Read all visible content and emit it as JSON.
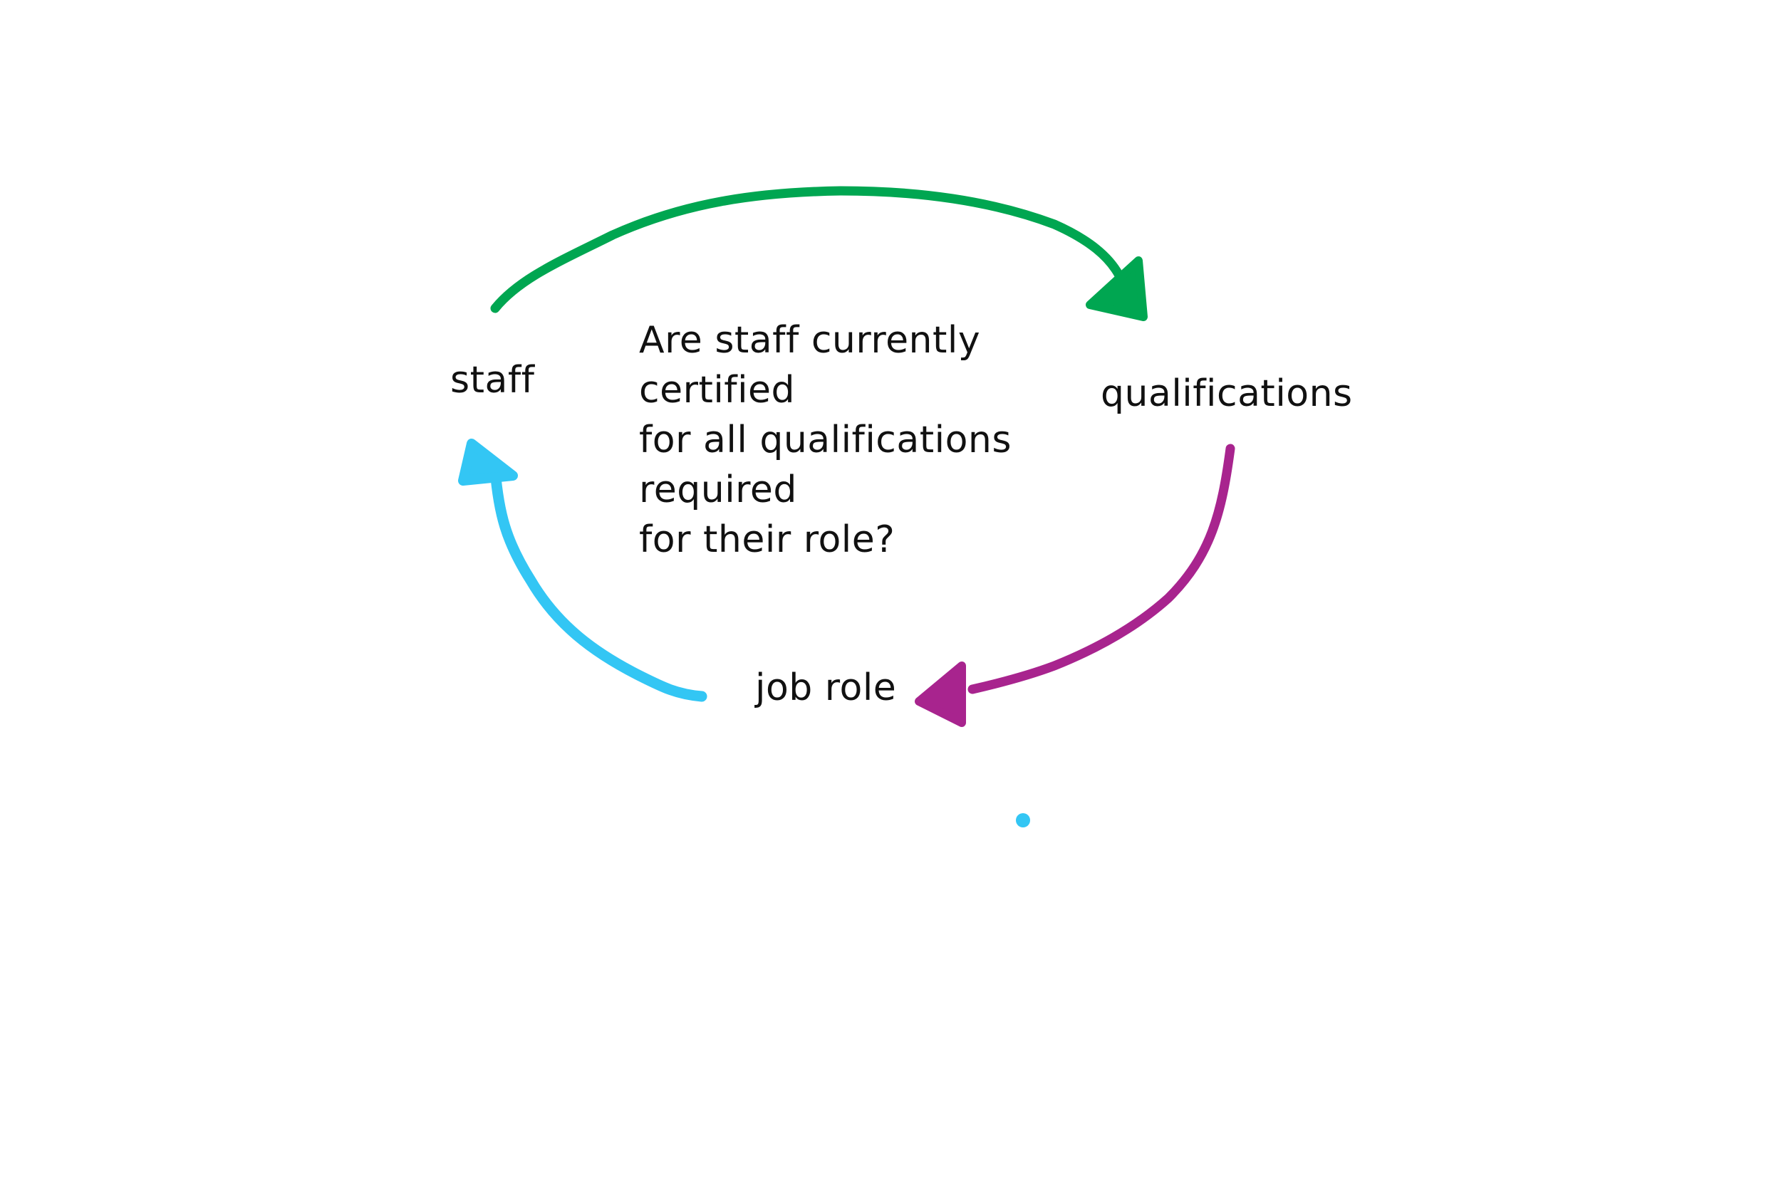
{
  "diagram": {
    "nodes": {
      "staff": "staff",
      "qualifications": "qualifications",
      "job_role": "job role"
    },
    "question_lines": [
      "Are staff currently",
      "certified",
      "for all qualifications",
      "required",
      "for their role?"
    ],
    "edges": [
      {
        "from": "staff",
        "to": "qualifications",
        "color": "#00a651"
      },
      {
        "from": "qualifications",
        "to": "job role",
        "color": "#a8248e"
      },
      {
        "from": "job role",
        "to": "staff",
        "color": "#33c6f4"
      }
    ],
    "dot_color": "#33c6f4"
  }
}
